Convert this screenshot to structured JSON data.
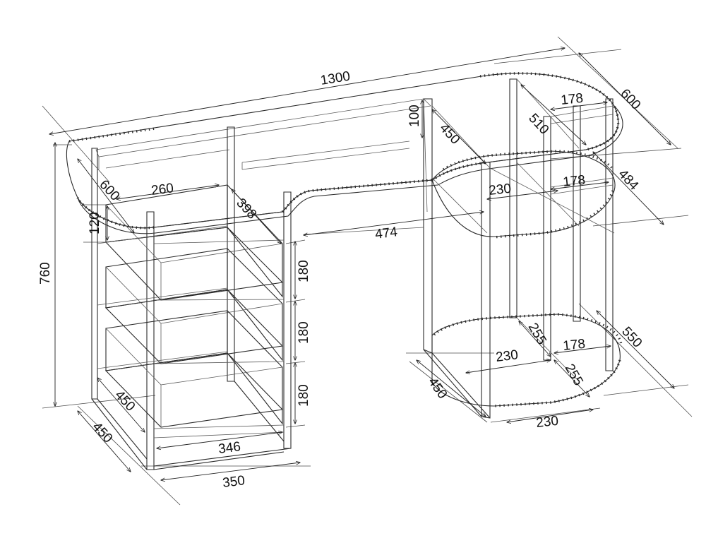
{
  "dimensions": {
    "top_width": "1300",
    "right_depth_600": "600",
    "left_depth_600": "600",
    "shelf_178_top": "178",
    "shelf_510": "510",
    "top_lip_100": "100",
    "top_depth_450": "450",
    "drawer_width_260": "260",
    "drawer_depth_398": "398",
    "right_484": "484",
    "mid_230": "230",
    "shelf_178_mid": "178",
    "front_height_120": "120",
    "kneespace_474": "474",
    "total_height_760": "760",
    "drawer_h_1": "180",
    "drawer_h_2": "180",
    "drawer_h_3": "180",
    "low_255_a": "255",
    "low_230": "230",
    "low_178": "178",
    "right_550": "550",
    "low_255_b": "255",
    "leg_depth_450": "450",
    "bottom_230": "230",
    "pedestal_450_inner": "450",
    "pedestal_450_outer": "450",
    "base_346": "346",
    "base_350": "350"
  }
}
